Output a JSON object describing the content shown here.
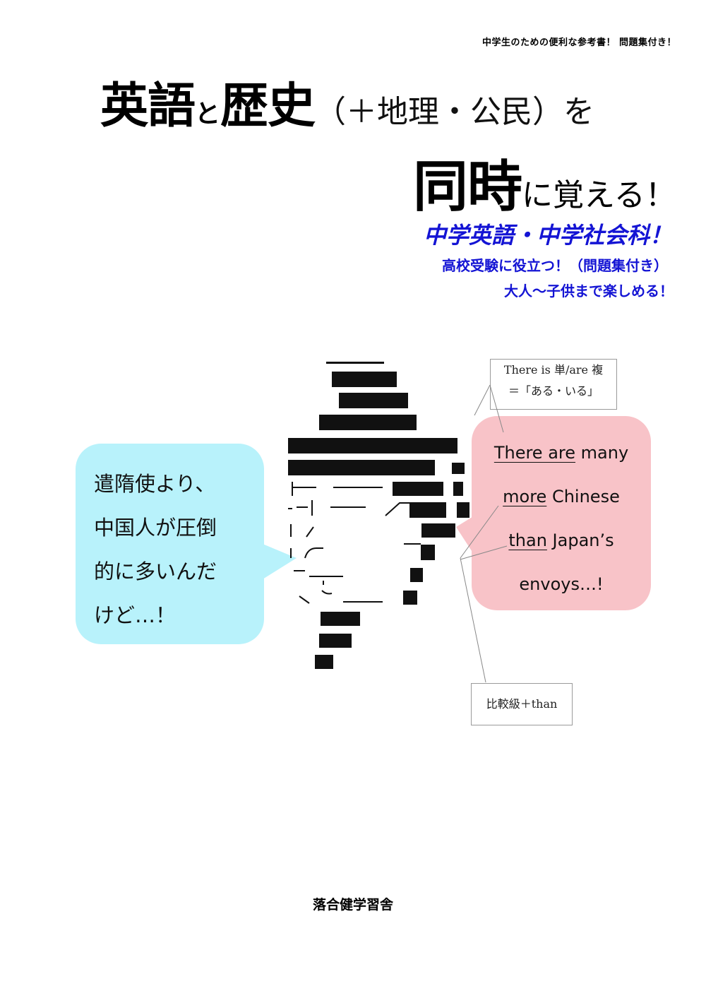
{
  "header": {
    "tagline": "中学生のための便利な参考書！ 問題集付き！"
  },
  "title": {
    "line1_a": "英語",
    "line1_b": "と",
    "line1_c": "歴史",
    "line1_d": "（＋地理・公民）を",
    "line2_a": "同時",
    "line2_b": "に覚える！"
  },
  "subtitle": {
    "line1": "中学英語・中学社会科！",
    "line2": "高校受験に役立つ！（問題集付き）",
    "line3": "大人～子供まで楽しめる！"
  },
  "bubble_left": {
    "lines": [
      "遣隋使より、",
      "中国人が圧倒",
      "的に多いんだ",
      "けど…！"
    ]
  },
  "bubble_right": {
    "line1_u": "There are",
    "line1_rest": " many",
    "line2_u": "more",
    "line2_rest": " Chinese",
    "line3_u": "than",
    "line3_rest": " Japan’s",
    "line4": "envoys…!"
  },
  "notes": {
    "top_line1": "There is 単/are 複",
    "top_line2": "＝「ある・いる」",
    "bottom": "比較級＋than"
  },
  "publisher": "落合健学習舎",
  "colors": {
    "subtitle_blue": "#1414d4",
    "bubble_left": "#b8f2fb",
    "bubble_right": "#f8c3c8"
  }
}
